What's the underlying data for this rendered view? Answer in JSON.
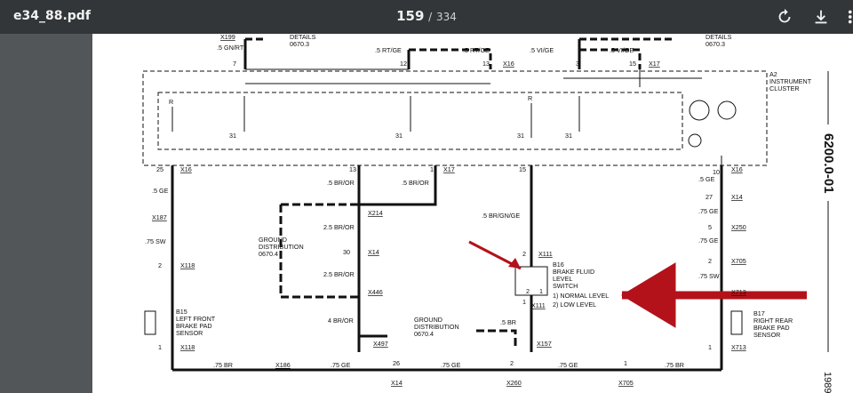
{
  "toolbar": {
    "file_name": "e34_88.pdf",
    "current_page": "159",
    "page_separator": "/",
    "total_pages": "334",
    "icons": [
      "rotate-icon",
      "download-icon",
      "more-vert-icon"
    ]
  },
  "diagram": {
    "doc_number": "6200.0-01",
    "doc_year": "1989",
    "top_left_connector": "X199",
    "top_left_wire": ".5 GN/RT",
    "top_left_details": "DETAILS",
    "top_left_details_ref": "0670.3",
    "top_mid_wire_1": ".5 RT/GE",
    "top_mid_wire_2": ".5 RT/GE",
    "top_right_wire_1": ".5 VI/GE",
    "top_right_wire_2": ".5 VI/GE",
    "top_right_details": "DETAILS",
    "top_right_details_ref": "0670.3",
    "pin_7": "7",
    "pin_12": "12",
    "pin_13": "13",
    "conn_x16_top": "X16",
    "pin_3": "3",
    "pin_15_top": "15",
    "conn_x17_top": "X17",
    "cluster_ref": "A2",
    "cluster_line_1": "INSTRUMENT",
    "cluster_line_2": "CLUSTER",
    "r_left": "R",
    "r_right": "R",
    "pin_31_a": "31",
    "pin_31_b": "31",
    "pin_31_c": "31",
    "pin_31_d": "31",
    "pin_25": "25",
    "conn_x16_left": "X16",
    "pin_13b": "13",
    "pin_1b": "1",
    "conn_x17_mid": "X17",
    "pin_15b": "15",
    "pin_10": "10",
    "conn_x16_right": "X16",
    "wire_5ge_left": ".5 GE",
    "conn_x187": "X187",
    "wire_75sw": ".75 SW",
    "pin_2_left": "2",
    "conn_x118_a": "X118",
    "sensor_left_ref": "B15",
    "sensor_left_1": "LEFT FRONT",
    "sensor_left_2": "BRAKE PAD",
    "sensor_left_3": "SENSOR",
    "pin_1_left": "1",
    "conn_x118_b": "X118",
    "wire_5bror_a": ".5 BR/OR",
    "wire_5bror_b": ".5 BR/OR",
    "conn_x214": "X214",
    "wire_25bror_a": "2.5 BR/OR",
    "ground_dist_1": "GROUND",
    "ground_dist_2": "DISTRIBUTION",
    "ground_dist_3": "0670.4",
    "pin_30": "30",
    "conn_x14_mid": "X14",
    "wire_25bror_b": "2.5 BR/OR",
    "conn_x446": "X446",
    "wire_4bror": "4 BR/OR",
    "conn_x497": "X497",
    "ground_dist2_1": "GROUND",
    "ground_dist2_2": "DISTRIBUTION",
    "ground_dist2_3": "0670.4",
    "wire_5brgnge": ".5 BR/GN/GE",
    "pin_2_sw": "2",
    "conn_x111_a": "X111",
    "switch_ref": "B16",
    "switch_1": "BRAKE FLUID",
    "switch_2": "LEVEL",
    "switch_3": "SWITCH",
    "switch_4": "1) NORMAL LEVEL",
    "switch_5": "2) LOW LEVEL",
    "sw_pin_2": "2",
    "sw_pin_1": "1",
    "pin_1_sw": "1",
    "conn_x111_b": "X111",
    "wire_5br": ".5 BR",
    "conn_x157": "X157",
    "wire_5ge_right": ".5 GE",
    "pin_27": "27",
    "conn_x14_right": "X14",
    "wire_75ge_right": ".75 GE",
    "pin_5": "5",
    "conn_x250": "X250",
    "wire_75ge_right2": ".75 GE",
    "pin_2_right": "2",
    "conn_x705_right": "X705",
    "wire_75sw_right": ".75 SW",
    "conn_x713_a": "X713",
    "sensor_right_ref": "B17",
    "sensor_right_1": "RIGHT REAR",
    "sensor_right_2": "BRAKE PAD",
    "sensor_right_3": "SENSOR",
    "pin_1_right": "1",
    "conn_x713_b": "X713",
    "bottom_wire_1": ".75 BR",
    "conn_x186": "X186",
    "bottom_wire_2": ".75 GE",
    "pin_26": "26",
    "bottom_wire_3": ".75 GE",
    "conn_x14_bot": "X14",
    "pin_2_bot": "2",
    "conn_x260": "X260",
    "bottom_wire_4": ".75 GE",
    "pin_1_bot": "1",
    "bottom_wire_5": ".75 BR",
    "conn_x705_bot": "X705",
    "arrow_color": "#b3121a"
  }
}
